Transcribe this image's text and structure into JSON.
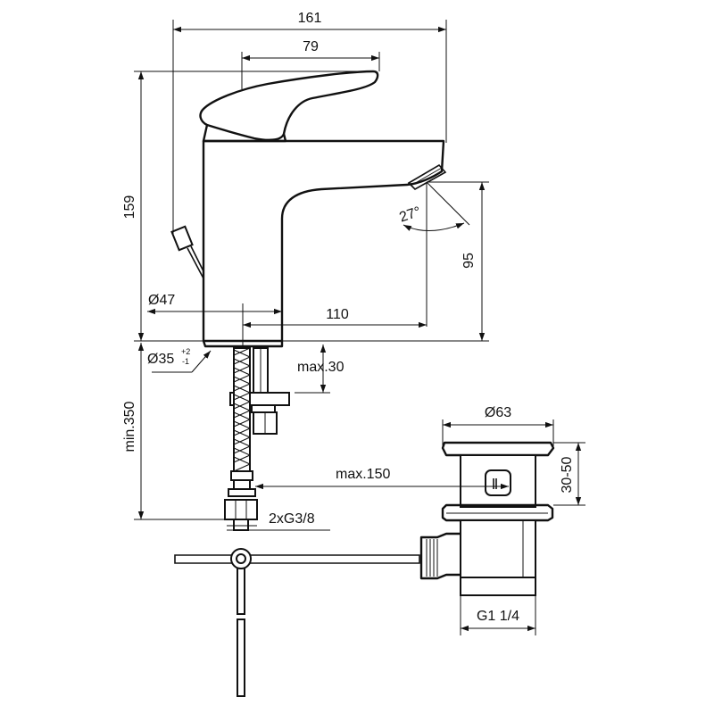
{
  "dimensions": {
    "width_total": "161",
    "width_lever": "79",
    "height_total": "159",
    "spout_height": "95",
    "spout_angle": "27°",
    "body_diameter": "Ø47",
    "spout_reach": "110",
    "hole_diameter_main": "Ø35",
    "hole_tol_plus": "+2",
    "hole_tol_minus": "-1",
    "deck_max": "max.30",
    "hose_min": "min.350",
    "rod_max": "max.150",
    "connection": "2xG3/8",
    "waste_diameter": "Ø63",
    "waste_height": "30-50",
    "waste_thread": "G1 1/4"
  }
}
